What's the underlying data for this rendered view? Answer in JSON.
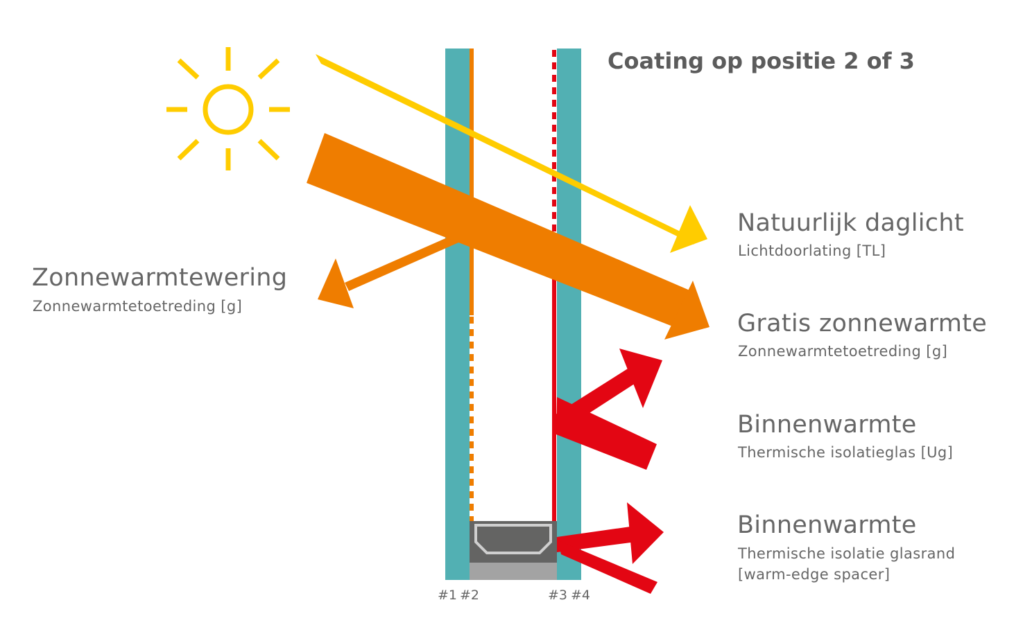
{
  "title": "Coating op positie 2 of 3",
  "labels": {
    "daylight": {
      "main": "Natuurlijk daglicht",
      "sub": "Lichtdoorlating [TL]"
    },
    "solar_gain": {
      "main": "Gratis zonnewarmte",
      "sub": "Zonnewarmtetoetreding [g]"
    },
    "solar_reflect": {
      "main": "Zonnewarmtewering",
      "sub": "Zonnewarmtetoetreding [g]"
    },
    "heat_glass": {
      "main": "Binnenwarmte",
      "sub": "Thermische isolatieglas [Ug]"
    },
    "heat_edge": {
      "main": "Binnenwarmte",
      "sub1": "Thermische isolatie glasrand",
      "sub2": "[warm-edge spacer]"
    }
  },
  "positions": {
    "p1": "#1",
    "p2": "#2",
    "p3": "#3",
    "p4": "#4"
  },
  "colors": {
    "glass": "#52b0b3",
    "sun": "#ffcc00",
    "solar": "#ef7d00",
    "heat": "#e30613",
    "spacer_dark": "#646463",
    "spacer_light": "#a3a3a3",
    "text": "#666666"
  },
  "icons": [
    "sun-icon"
  ]
}
